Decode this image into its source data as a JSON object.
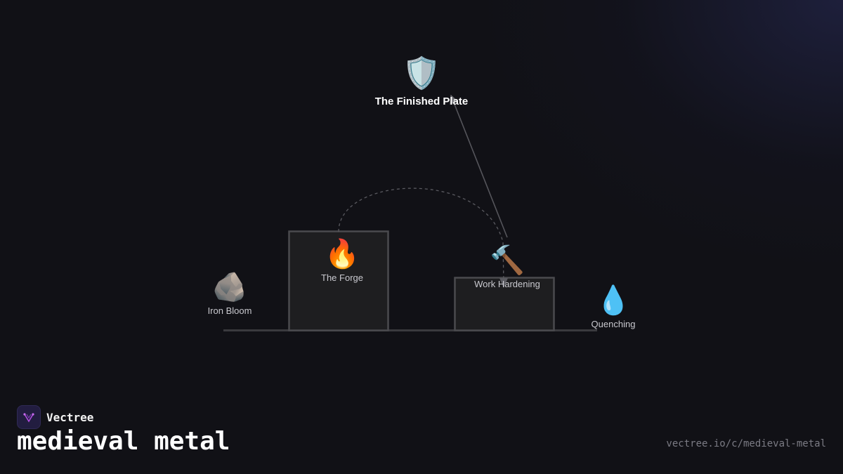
{
  "brand": {
    "name": "Vectree",
    "logo_icon": "vectree-logo-icon",
    "logo_bg": "#221d40",
    "logo_accent": "#b04ce0"
  },
  "page": {
    "title": "medieval metal",
    "url": "vectree.io/c/medieval-metal"
  },
  "diagram": {
    "nodes": [
      {
        "id": "iron-bloom",
        "label": "Iron Bloom",
        "emoji": "🪨",
        "icon": "rock-icon"
      },
      {
        "id": "forge",
        "label": "The Forge",
        "emoji": "🔥",
        "icon": "fire-icon"
      },
      {
        "id": "work-hardening",
        "label": "Work Hardening",
        "emoji": "🔨",
        "icon": "hammer-icon"
      },
      {
        "id": "quenching",
        "label": "Quenching",
        "emoji": "💧",
        "icon": "water-drop-icon"
      },
      {
        "id": "finished-plate",
        "label": "The Finished Plate",
        "emoji": "🛡️",
        "icon": "shield-icon"
      }
    ],
    "colors": {
      "background": "#111116",
      "block_fill": "#1e1e20",
      "block_stroke": "#4a4a4e",
      "line": "#3a3a3e",
      "arrow": "#6a6a70"
    }
  }
}
